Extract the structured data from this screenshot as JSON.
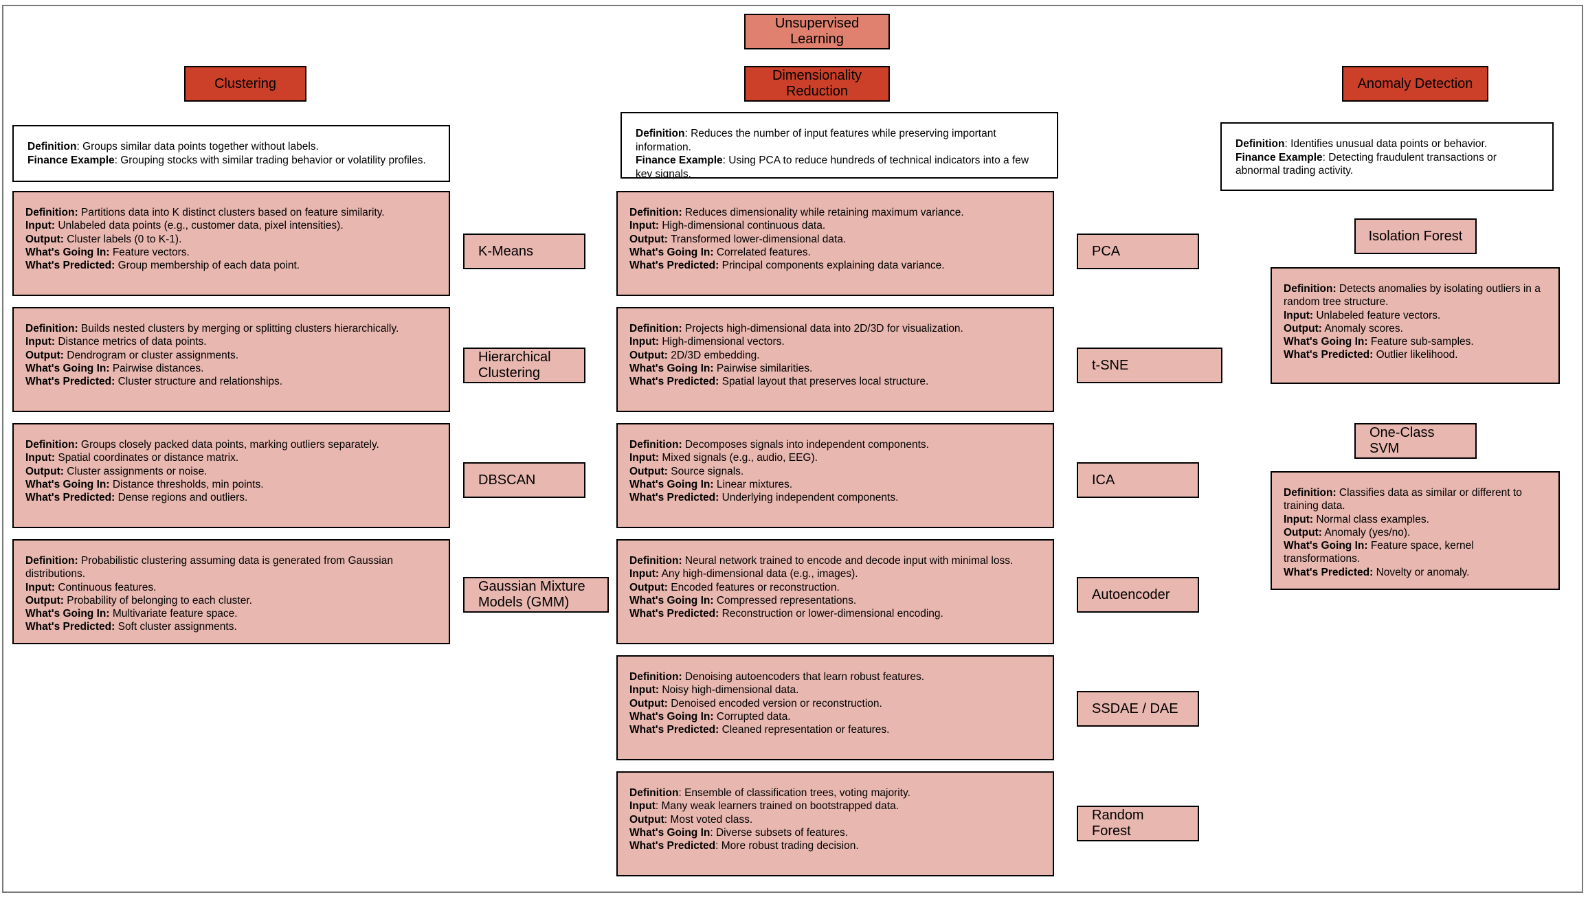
{
  "title": "Unsupervised\nLearning",
  "categories": {
    "clustering": {
      "header": "Clustering",
      "definition_label": "Definition",
      "definition": ": Groups similar data points together without labels.",
      "example_label": "Finance Example",
      "example": ": Grouping stocks with similar trading behavior or volatility profiles."
    },
    "dimred": {
      "header": "Dimensionality\nReduction",
      "definition_label": "Definition",
      "definition": ": Reduces the number of input features while preserving important information.",
      "example_label": "Finance Example",
      "example": ": Using PCA to reduce hundreds of technical indicators into a few key signals."
    },
    "anomaly": {
      "header": "Anomaly Detection",
      "definition_label": "Definition",
      "definition": ": Identifies unusual data points or behavior.",
      "example_label": "Finance Example",
      "example": ": Detecting fraudulent transactions or abnormal trading activity."
    }
  },
  "field_labels": {
    "definition": "Definition:",
    "input": "Input:",
    "output": "Output:",
    "going_in": "What's Going In:",
    "predicted": "What's Predicted:"
  },
  "clustering_methods": [
    {
      "name": "K-Means",
      "definition": " Partitions data into K distinct clusters based on feature similarity.",
      "input": " Unlabeled data points (e.g., customer data, pixel intensities).",
      "output": " Cluster labels (0 to K-1).",
      "going_in": " Feature vectors.",
      "predicted": " Group membership of each data point."
    },
    {
      "name": "Hierarchical\nClustering",
      "definition": " Builds nested clusters by merging or splitting clusters hierarchically.",
      "input": " Distance metrics of data points.",
      "output": " Dendrogram or cluster assignments.",
      "going_in": " Pairwise distances.",
      "predicted": " Cluster structure and relationships."
    },
    {
      "name": "DBSCAN",
      "definition": " Groups closely packed data points, marking outliers separately.",
      "input": " Spatial coordinates or distance matrix.",
      "output": " Cluster assignments or noise.",
      "going_in": " Distance thresholds, min points.",
      "predicted": " Dense regions and outliers."
    },
    {
      "name": "Gaussian Mixture\nModels (GMM)",
      "definition": " Probabilistic clustering assuming data is generated from Gaussian distributions.",
      "input": " Continuous features.",
      "output": " Probability of belonging to each cluster.",
      "going_in": " Multivariate feature space.",
      "predicted": " Soft cluster assignments."
    }
  ],
  "dimred_methods": [
    {
      "name": "PCA",
      "definition": " Reduces dimensionality while retaining maximum variance.",
      "input": " High-dimensional continuous data.",
      "output": " Transformed lower-dimensional data.",
      "going_in": " Correlated features.",
      "predicted": " Principal components explaining data variance."
    },
    {
      "name": "t-SNE",
      "definition": " Projects high-dimensional data into 2D/3D for visualization.",
      "input": " High-dimensional vectors.",
      "output": " 2D/3D embedding.",
      "going_in": " Pairwise similarities.",
      "predicted": " Spatial layout that preserves local structure."
    },
    {
      "name": "ICA",
      "definition": " Decomposes signals into independent components.",
      "input": " Mixed signals (e.g., audio, EEG).",
      "output": " Source signals.",
      "going_in": " Linear mixtures.",
      "predicted": " Underlying independent components."
    },
    {
      "name": "Autoencoder",
      "definition": " Neural network trained to encode and decode input with minimal loss.",
      "input": " Any high-dimensional data (e.g., images).",
      "output": " Encoded features or reconstruction.",
      "going_in": " Compressed representations.",
      "predicted": " Reconstruction or lower-dimensional encoding."
    },
    {
      "name": "SSDAE / DAE",
      "definition": " Denoising autoencoders that learn robust features.",
      "input": " Noisy high-dimensional data.",
      "output": " Denoised encoded version or reconstruction.",
      "going_in": " Corrupted data.",
      "predicted": " Cleaned representation or features."
    },
    {
      "name": "Random Forest",
      "definition": " Ensemble of classification trees, voting majority.",
      "input": " Many weak learners trained on bootstrapped data.",
      "output": " Most voted class.",
      "going_in": " Diverse subsets of features.",
      "predicted": " More robust trading decision.",
      "labels": {
        "definition": "Definition",
        "definition_sep": ":",
        "input": "Input",
        "input_sep": ":",
        "output": "Output",
        "output_sep": ":",
        "going_in": "What's Going In",
        "going_in_sep": ":",
        "predicted": "What's Predicted",
        "predicted_sep": ":"
      }
    }
  ],
  "anomaly_methods": [
    {
      "name": "Isolation Forest",
      "definition": " Detects anomalies by isolating outliers in a random tree structure.",
      "input": " Unlabeled feature vectors.",
      "output": " Anomaly scores.",
      "going_in": " Feature sub-samples.",
      "predicted": " Outlier likelihood."
    },
    {
      "name": "One-Class\nSVM",
      "definition": " Classifies data as similar or different to training data.",
      "input": " Normal class examples.",
      "output": " Anomaly (yes/no).",
      "going_in": " Feature space, kernel transformations.",
      "predicted": " Novelty or anomaly."
    }
  ],
  "colors": {
    "root": "#e0806e",
    "category": "#cc3f29",
    "method": "#e8b7b0"
  }
}
